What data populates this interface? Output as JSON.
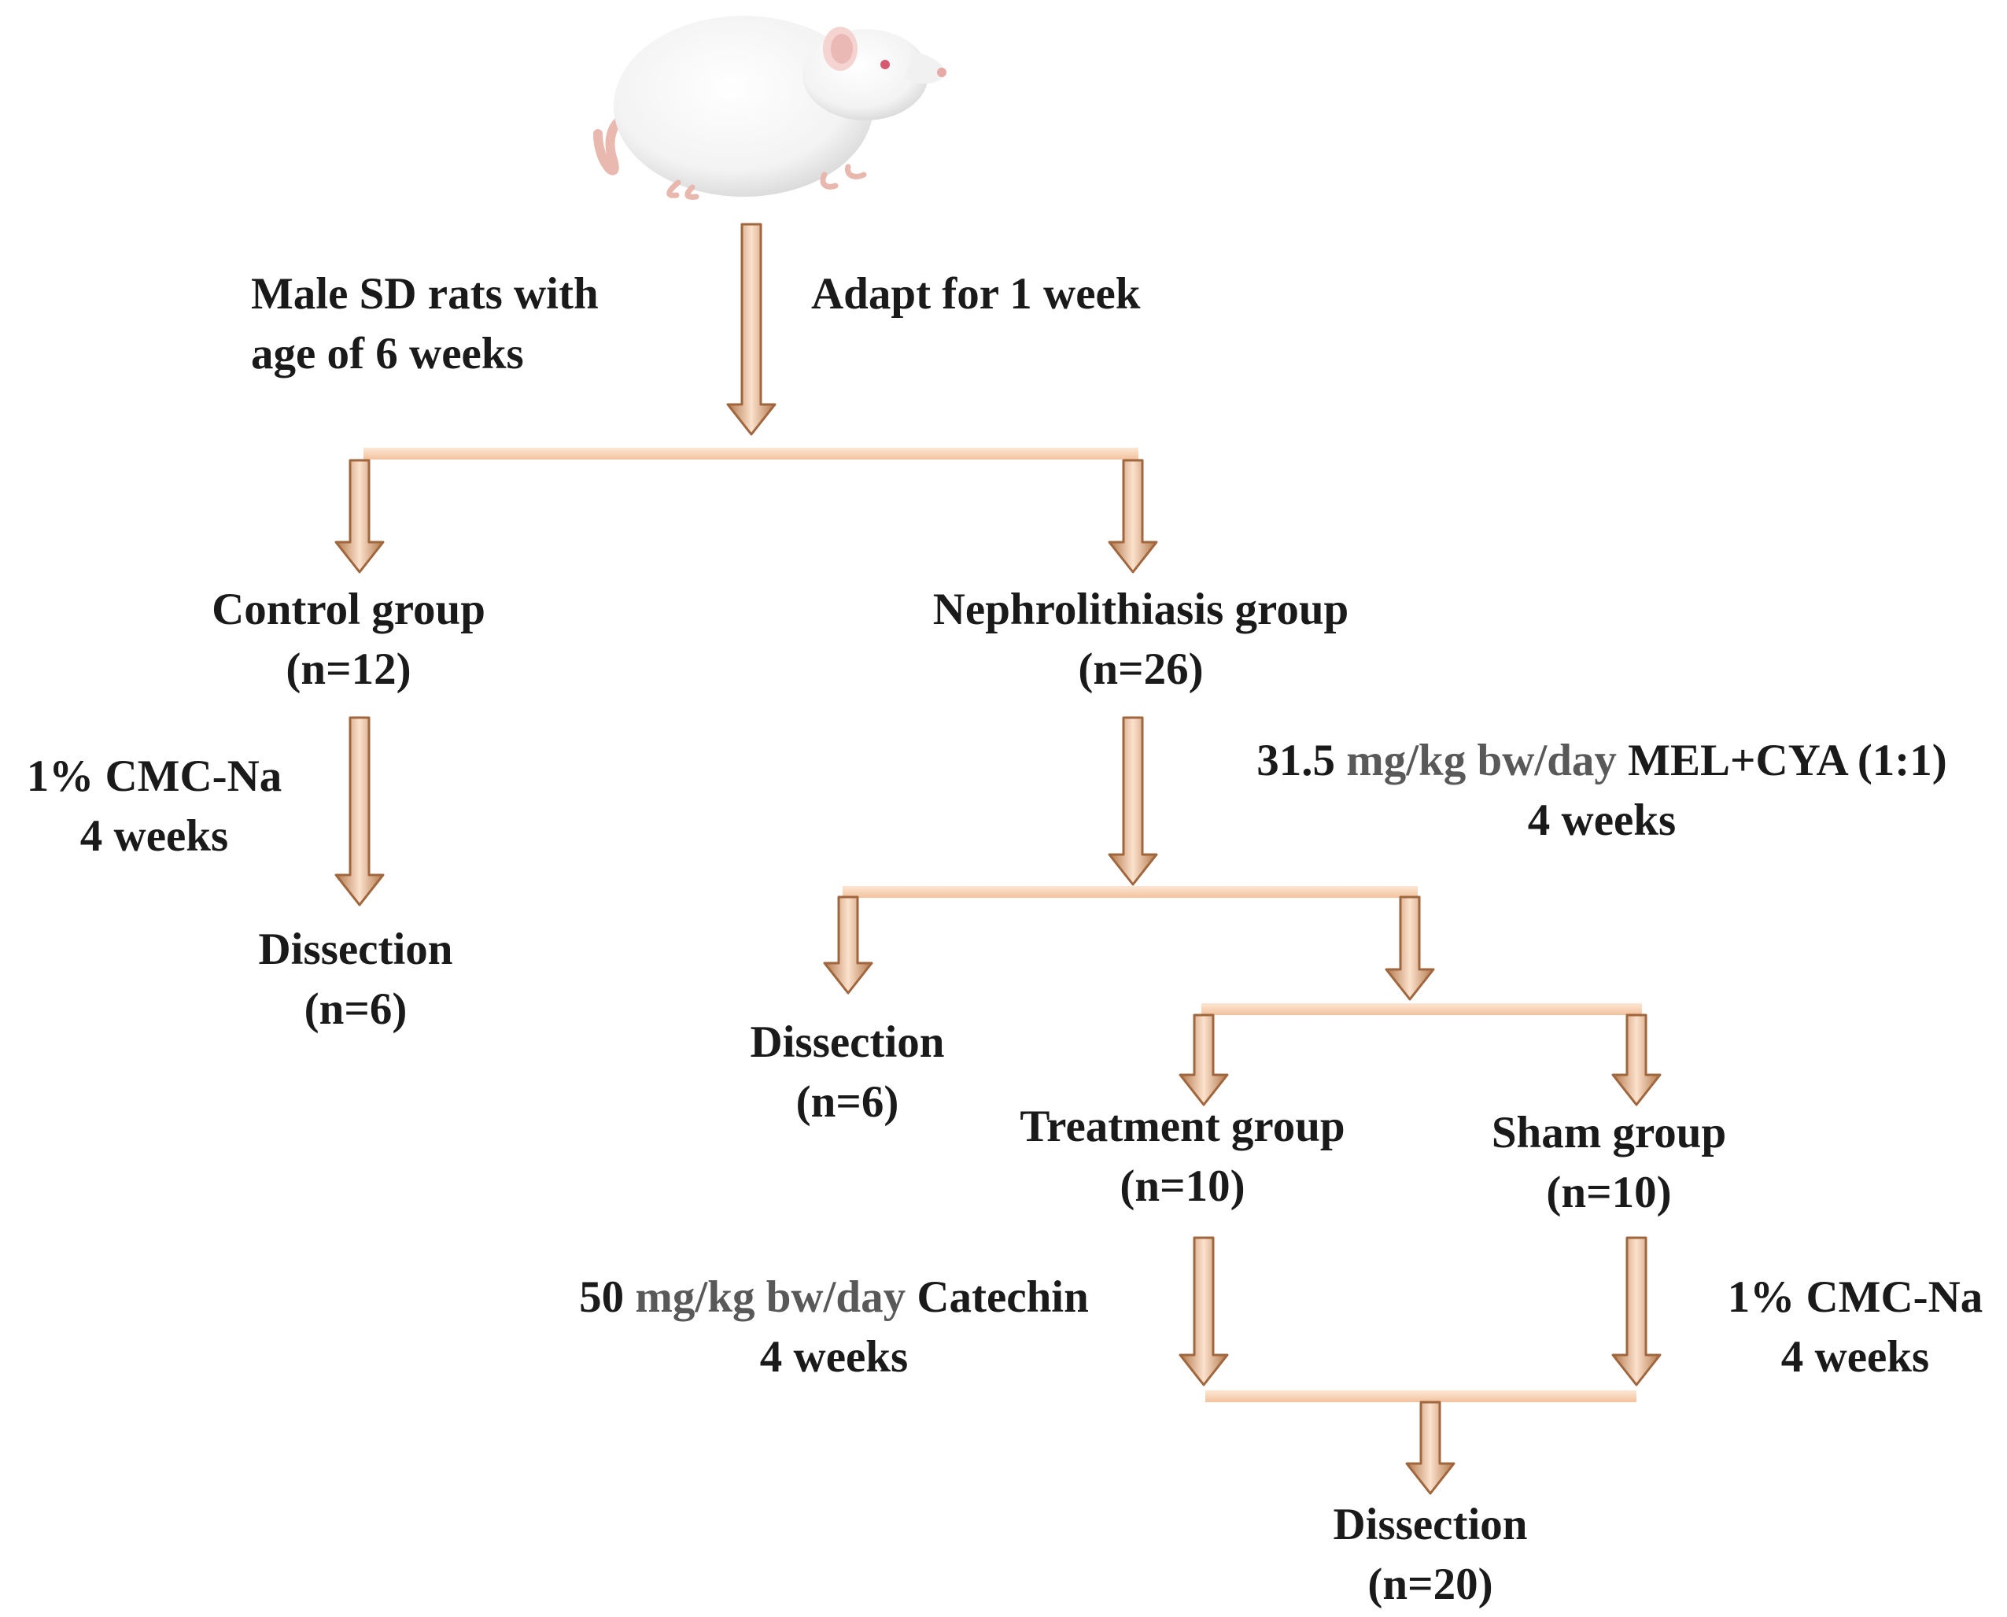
{
  "colors": {
    "arrow_fill_light": "#fbe1cc",
    "arrow_fill_dark": "#b27649",
    "arrow_stroke": "#a0673e",
    "bar_fill": "#f9cfb0",
    "text": "#1a1a1a",
    "muted_text": "#595959"
  },
  "icons": {
    "rat": "white-rat-photo"
  },
  "start": {
    "left_line1": "Male SD rats with",
    "left_line2": "age of 6 weeks",
    "right": "Adapt for 1 week"
  },
  "control": {
    "title": "Control group",
    "n": "(n=12)",
    "treatment_line1": "1% CMC-Na",
    "treatment_line2": "4 weeks",
    "dissection_title": "Dissection",
    "dissection_n": "(n=6)"
  },
  "nephrolithiasis": {
    "title": "Nephrolithiasis group",
    "n": "(n=26)",
    "dose_value": "31.5",
    "dose_unit": "mg/kg bw/day",
    "dose_agent": "MEL+CYA (1:1)",
    "duration": "4 weeks",
    "dissection_title": "Dissection",
    "dissection_n": "(n=6)"
  },
  "treatment": {
    "title": "Treatment group",
    "n": "(n=10)",
    "dose_value": "50",
    "dose_unit": "mg/kg bw/day",
    "dose_agent": "Catechin",
    "duration": "4 weeks"
  },
  "sham": {
    "title": "Sham group",
    "n": "(n=10)",
    "treatment_line1": "1% CMC-Na",
    "treatment_line2": "4 weeks"
  },
  "final": {
    "title": "Dissection",
    "n": "(n=20)"
  }
}
